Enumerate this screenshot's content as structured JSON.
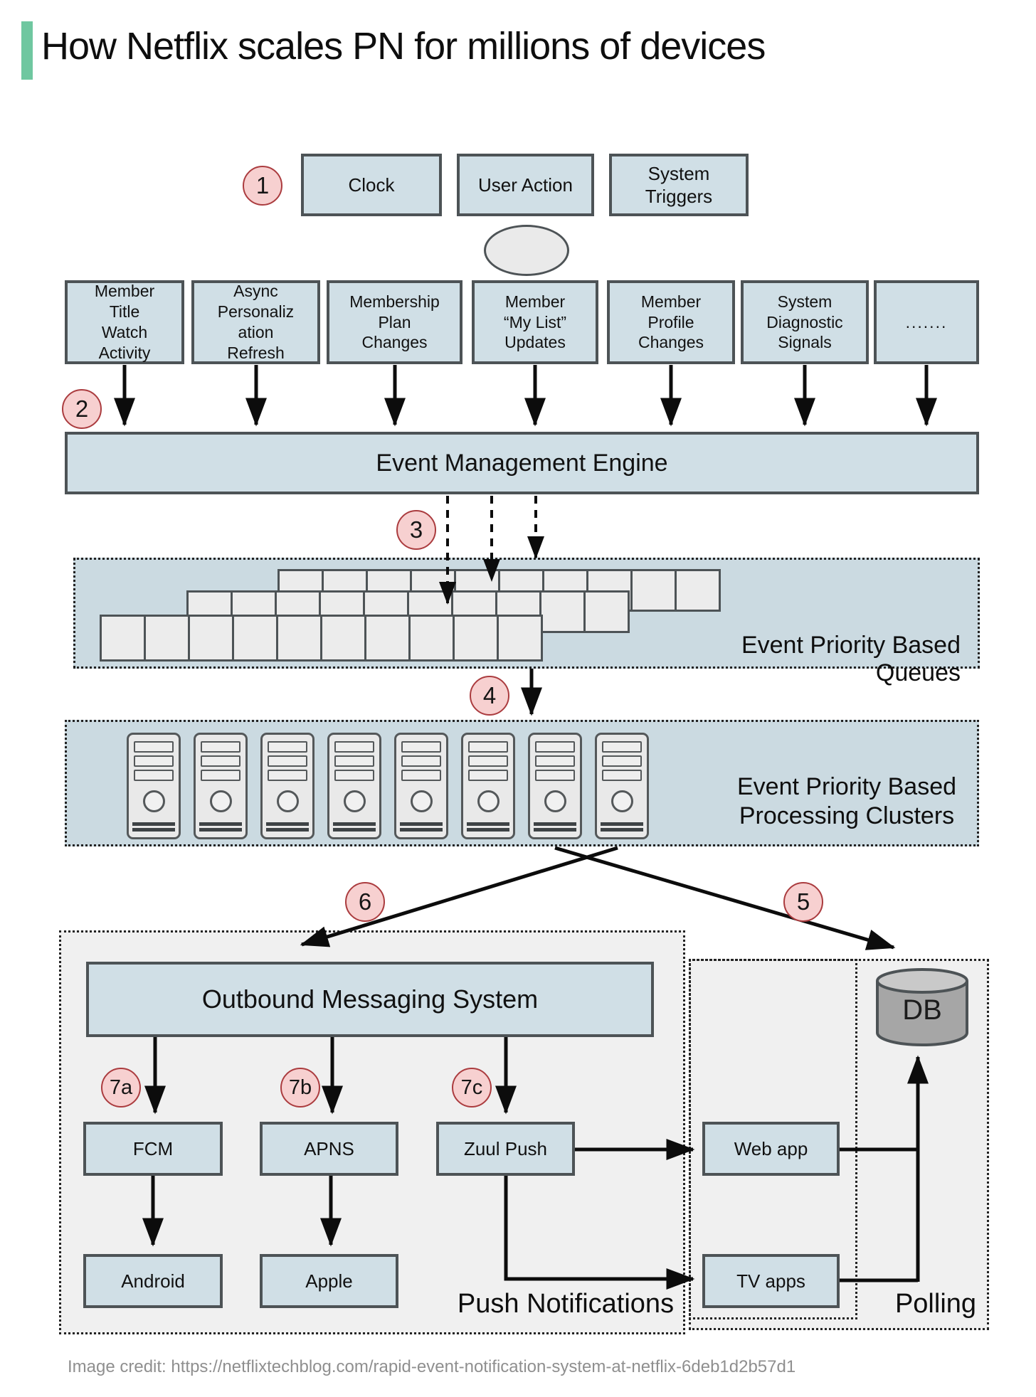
{
  "colors": {
    "accent_green": "#6fc7a0",
    "box_fill": "#d0dfe6",
    "box_border": "#4d5356",
    "region_blue": "#cbdae1",
    "region_gray": "#f0f0f0",
    "badge_fill": "#f7d0d0",
    "badge_border": "#ab3c3f",
    "arrow_black": "#0c0c0c",
    "credit_gray": "#8f8f8f",
    "db_fill": "#a6a6a6",
    "db_top_fill": "#c9c9c9"
  },
  "title": "How Netflix scales PN for millions of devices",
  "badges": {
    "step1": "1",
    "step2": "2",
    "step3": "3",
    "step4": "4",
    "step5": "5",
    "step6": "6",
    "step7a": "7a",
    "step7b": "7b",
    "step7c": "7c"
  },
  "triggers": {
    "clock": "Clock",
    "user_action": "User Action",
    "system_triggers": "System\nTriggers"
  },
  "sources": [
    {
      "label": "Member\nTitle\nWatch\nActivity"
    },
    {
      "label": "Async\nPersonaliz\nation\nRefresh"
    },
    {
      "label": "Membership\nPlan\nChanges"
    },
    {
      "label": "Member\n“My List”\nUpdates"
    },
    {
      "label": "Member\nProfile\nChanges"
    },
    {
      "label": "System\nDiagnostic\nSignals"
    },
    {
      "label": "......."
    }
  ],
  "engine": {
    "label": "Event Management Engine"
  },
  "queues": {
    "label": "Event Priority Based Queues",
    "strip_count": 3,
    "strip_cells": 10
  },
  "clusters": {
    "label": "Event Priority Based\nProcessing Clusters",
    "server_count": 8
  },
  "outbound": {
    "label": "Outbound Messaging System"
  },
  "push": {
    "region_label": "Push Notifications",
    "fcm": "FCM",
    "apns": "APNS",
    "zuul": "Zuul Push",
    "android": "Android",
    "apple": "Apple"
  },
  "polling": {
    "region_label": "Polling",
    "db": "DB",
    "web_app": "Web app",
    "tv_apps": "TV apps"
  },
  "credit": "Image credit: https://netflixtechblog.com/rapid-event-notification-system-at-netflix-6deb1d2b57d1"
}
